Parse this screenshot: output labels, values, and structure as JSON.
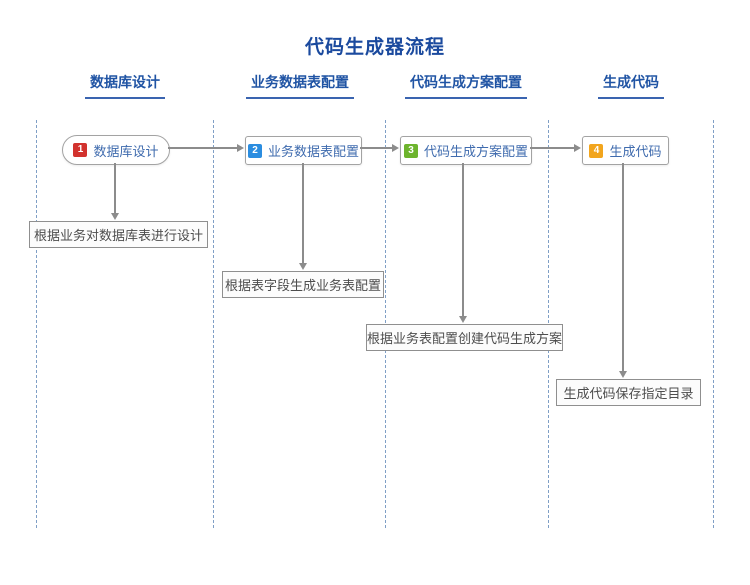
{
  "title": "代码生成器流程",
  "colors": {
    "title_blue": "#1b4a9e",
    "header_blue": "#2054a4",
    "node_label_blue": "#3f6bae",
    "connector_gray": "#8c8c8c",
    "lane_line_blue": "#7f9fc6",
    "note_text_gray": "#4d4d4d",
    "badge_red": "#d2322e",
    "badge_blue": "#2b8de0",
    "badge_green": "#6db42d",
    "badge_orange": "#f2a51d"
  },
  "lanes": [
    {
      "header": "数据库设计"
    },
    {
      "header": "业务数据表配置"
    },
    {
      "header": "代码生成方案配置"
    },
    {
      "header": "生成代码"
    }
  ],
  "steps": [
    {
      "number": "1",
      "label": "数据库设计",
      "badge_color": "#d2322e",
      "note": "根据业务对数据库表进行设计"
    },
    {
      "number": "2",
      "label": "业务数据表配置",
      "badge_color": "#2b8de0",
      "note": "根据表字段生成业务表配置"
    },
    {
      "number": "3",
      "label": "代码生成方案配置",
      "badge_color": "#6db42d",
      "note": "根据业务表配置创建代码生成方案"
    },
    {
      "number": "4",
      "label": "生成代码",
      "badge_color": "#f2a51d",
      "note": "生成代码保存指定目录"
    }
  ]
}
